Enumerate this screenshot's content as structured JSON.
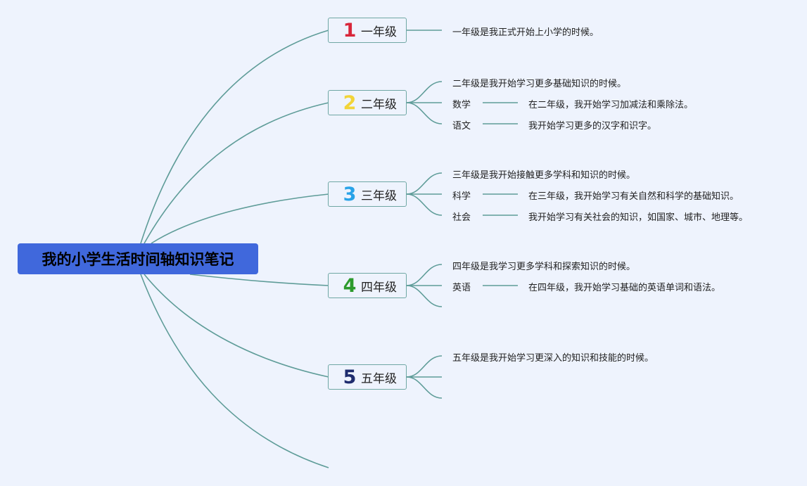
{
  "root": {
    "title": "我的小学生活时间轴知识笔记"
  },
  "colors": {
    "background": "#eef3fd",
    "root_fill": "#4068dc",
    "connector": "#5e9c98",
    "grade1": "#d8263a",
    "grade2": "#f2d438",
    "grade3": "#29a3e8",
    "grade4": "#2c9a2c",
    "grade5": "#1e2c6e"
  },
  "grades": [
    {
      "number": "1",
      "label": "一年级",
      "description": "一年级是我正式开始上小学的时候。",
      "subjects": []
    },
    {
      "number": "2",
      "label": "二年级",
      "description": "二年级是我开始学习更多基础知识的时候。",
      "subjects": [
        {
          "name": "数学",
          "detail": "在二年级，我开始学习加减法和乘除法。"
        },
        {
          "name": "语文",
          "detail": "我开始学习更多的汉字和识字。"
        }
      ]
    },
    {
      "number": "3",
      "label": "三年级",
      "description": "三年级是我开始接触更多学科和知识的时候。",
      "subjects": [
        {
          "name": "科学",
          "detail": "在三年级，我开始学习有关自然和科学的基础知识。"
        },
        {
          "name": "社会",
          "detail": "我开始学习有关社会的知识，如国家、城市、地理等。"
        }
      ]
    },
    {
      "number": "4",
      "label": "四年级",
      "description": "四年级是我学习更多学科和探索知识的时候。",
      "subjects": [
        {
          "name": "英语",
          "detail": "在四年级，我开始学习基础的英语单词和语法。"
        }
      ]
    },
    {
      "number": "5",
      "label": "五年级",
      "description": "五年级是我开始学习更深入的知识和技能的时候。",
      "subjects": []
    }
  ]
}
